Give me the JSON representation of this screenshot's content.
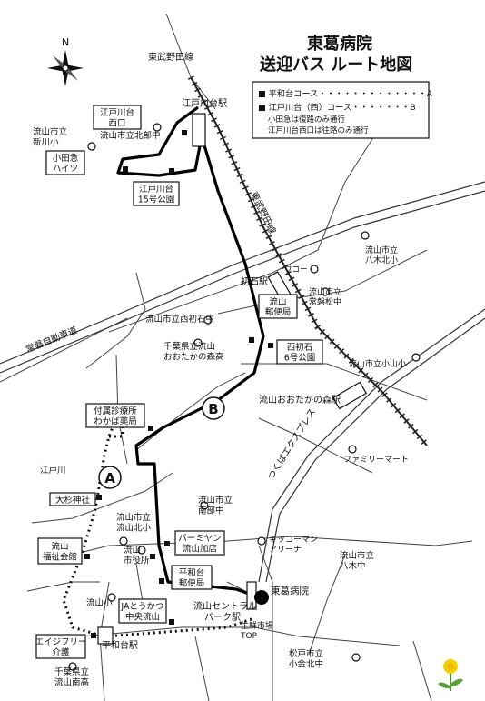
{
  "title": {
    "line1": "東葛病院",
    "line2": "送迎バス ルート地図"
  },
  "legend": {
    "course_a": "■ 平和台コース・・・・・・・・・・・・・A",
    "course_b": "■ 江戸川台（西）コース・・・・・・・B",
    "note1": "小田急は復路のみ通行",
    "note2": "江戸川台西口は往路のみ通行"
  },
  "compass": {
    "north": "N"
  },
  "route_markers": {
    "a": "A",
    "b": "B"
  },
  "railways": {
    "tobu": "東武野田線",
    "tobu_along": "東武野田線",
    "tsukuba": "つくばエクスプレス",
    "joban": "常磐自動車道"
  },
  "stations": {
    "edogawadai": "江戸川台駅",
    "hatsuishi": "初石駅",
    "otakanomori": "流山おおたかの森駅",
    "central_park": "流山セントラル\nパーク駅",
    "heiwadai": "平和台駅"
  },
  "stops": {
    "edogawadai_nishiguchi": "江戸川台\n西口",
    "odakyu_heights": "小田急\nハイツ",
    "edogawadai_park15": "江戸川台\n15号公園",
    "nagareyama_post": "流山\n郵便局",
    "nishihatsuishi_park6": "西初石\n6号公園",
    "fuzoku_clinic": "付属診療所\nわかば薬局",
    "osugi_shrine": "大杉神社",
    "fukushi_kaikan": "流山\n福祉会館",
    "ageful": "エイジフリー\n介護",
    "bamiyan": "バーミヤン\n流山加店",
    "heiwadai_post": "平和台\n郵便局",
    "ja_tonkatsu": "JAとうかつ\n中央流山"
  },
  "places": {
    "toukatsu_hospital": "東葛病院",
    "kitabu_jhs": "流山市立北部中",
    "shinkawa_es": "流山市立\n新川小",
    "yagikita_es": "流山市立\n八木北小",
    "wakoh": "ワコー",
    "tokiwamatsu_jhs": "流山市立\n常磐松中",
    "nishihatsuishi_jhs": "流山市立西初石中",
    "otakanomori_hs": "千葉県立流山\nおおたかの森高",
    "koyama_es": "流山市立小山小",
    "familymart": "ファミリーマート",
    "edogawa": "江戸川",
    "nanbu_jhs": "流山市立\n南部中",
    "nagareyama_kita_es": "流山市立\n流山北小",
    "city_hall": "流山\n市役所",
    "nagareyama_es": "流山小",
    "kikkoman_arena": "キッコーマン\nアリーナ",
    "yagi_jhs": "流山市立\n八木中",
    "seisen_ichiba": "生鮮市場\nTOP",
    "nagareyama_minami_hs": "千葉県立\n流山南高",
    "matsudo_kogane_jhs": "松戸市立\n小金北中"
  }
}
